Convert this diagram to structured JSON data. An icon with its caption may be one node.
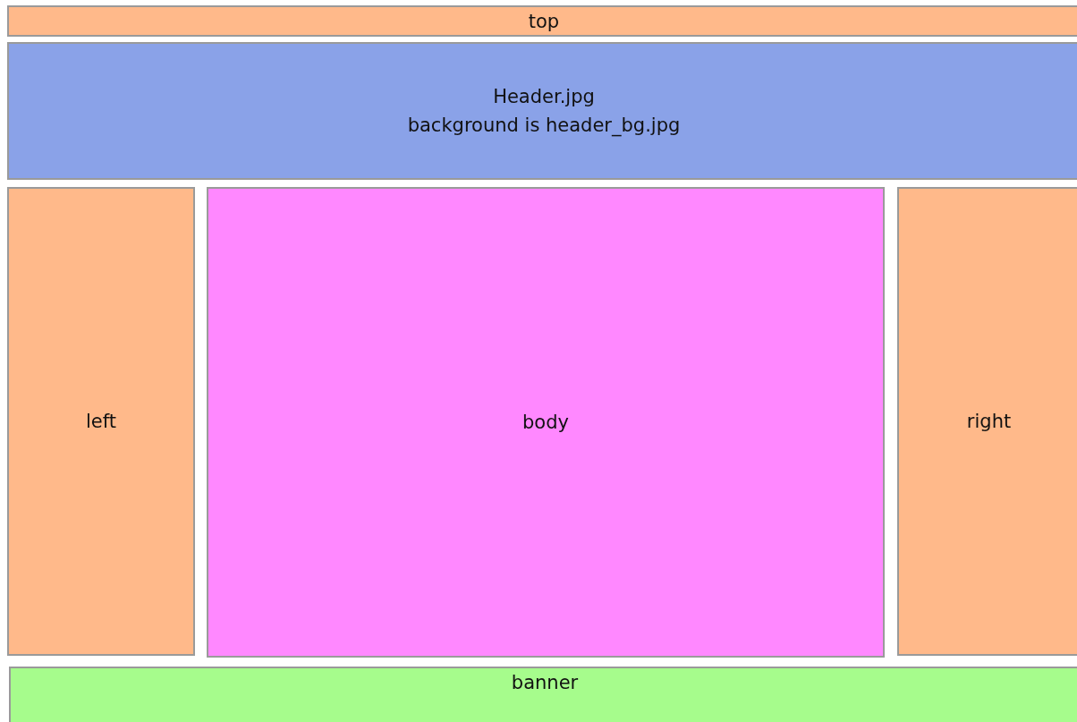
{
  "diagram": {
    "nodes": [
      {
        "text": [
          "top"
        ]
      },
      {
        "text": [
          "Header.jpg",
          "background is header_bg.jpg"
        ]
      },
      {
        "text": [
          "left"
        ]
      },
      {
        "text": [
          "body"
        ]
      },
      {
        "text": [
          "right"
        ]
      },
      {
        "text": [
          "banner"
        ]
      }
    ]
  }
}
